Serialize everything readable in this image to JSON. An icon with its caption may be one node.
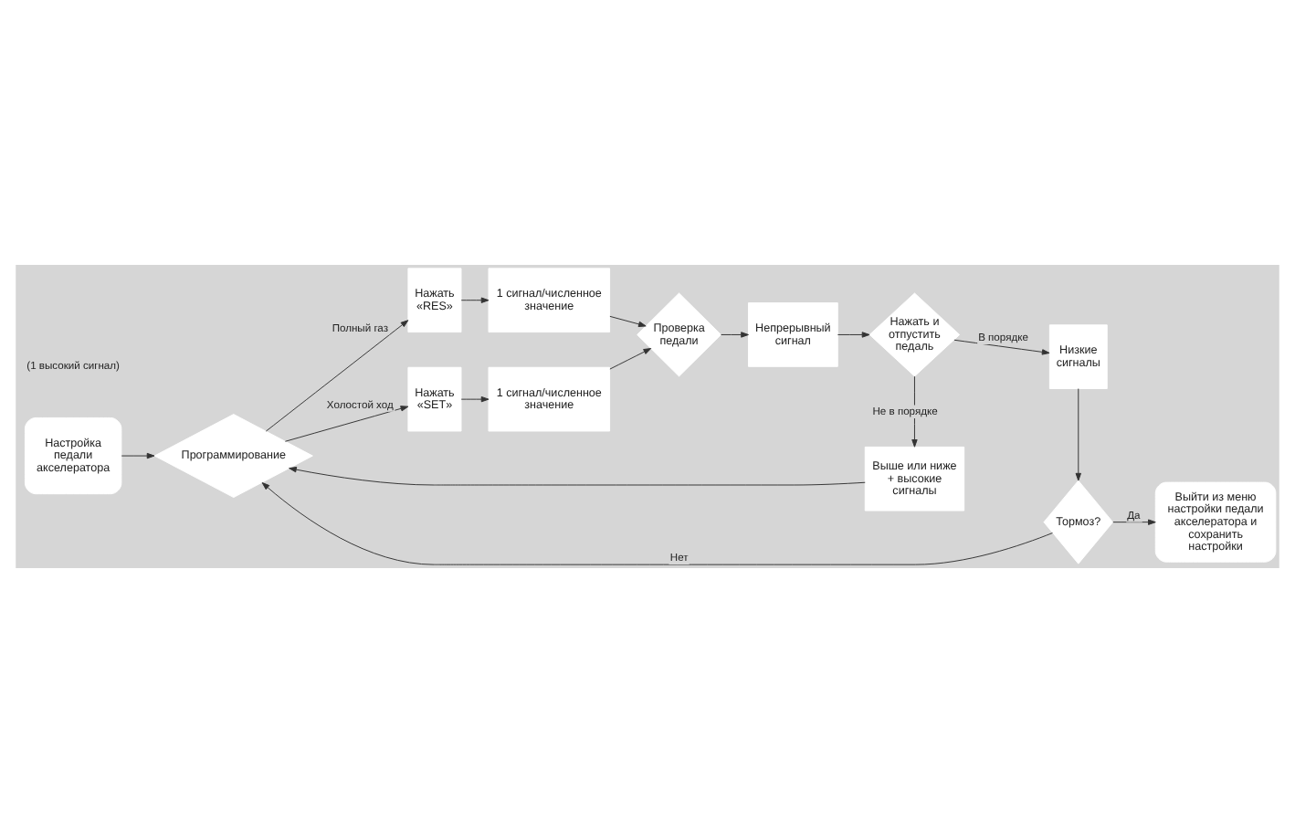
{
  "diagram": {
    "nodes": [
      {
        "text": [
          "Настройка педали акселератора"
        ]
      },
      {
        "text": [
          "Программирование"
        ]
      },
      {
        "text": [
          "Нажать «RES»"
        ]
      },
      {
        "text": [
          "1 сигнал/численное значение"
        ]
      },
      {
        "text": [
          "Нажать «SET»"
        ]
      },
      {
        "text": [
          "1 сигнал/численное значение"
        ]
      },
      {
        "text": [
          "Проверка педали"
        ]
      },
      {
        "text": [
          "Непрерывный сигнал"
        ]
      },
      {
        "text": [
          "Нажать и отпустить педаль"
        ]
      },
      {
        "text": [
          "Выше или ниже + высокие сигналы"
        ]
      },
      {
        "text": [
          "Низкие сигналы"
        ]
      },
      {
        "text": [
          "Тормоз?"
        ]
      },
      {
        "text": [
          "Выйти из меню настройки педали акселератора и сохранить настройки"
        ]
      }
    ],
    "edges": [
      {
        "from": 0,
        "to": 1,
        "arrow": "to"
      },
      {
        "from": 1,
        "to": 2,
        "label": "Полный газ",
        "arrow": "to"
      },
      {
        "from": 1,
        "to": 4,
        "label": "Холостой ход",
        "arrow": "to"
      },
      {
        "from": 2,
        "to": 3,
        "arrow": "to"
      },
      {
        "from": 4,
        "to": 5,
        "arrow": "to"
      },
      {
        "from": 3,
        "to": 6,
        "arrow": "to"
      },
      {
        "from": 5,
        "to": 6,
        "arrow": "to"
      },
      {
        "from": 6,
        "to": 7,
        "arrow": "to"
      },
      {
        "from": 7,
        "to": 8,
        "arrow": "to"
      },
      {
        "from": 8,
        "to": 9,
        "label": "Не в порядке",
        "arrow": "to"
      },
      {
        "from": 8,
        "to": 10,
        "label": "В порядке",
        "arrow": "to"
      },
      {
        "from": 10,
        "to": 11,
        "arrow": "to"
      },
      {
        "from": 11,
        "to": 12,
        "label": "Да",
        "arrow": "to"
      },
      {
        "from": 11,
        "to": 1,
        "label": "Нет",
        "arrow": "to"
      },
      {
        "from": 9,
        "to": 1,
        "arrow": "to"
      }
    ],
    "labels": [
      "(1 высокий сигнал)"
    ]
  }
}
